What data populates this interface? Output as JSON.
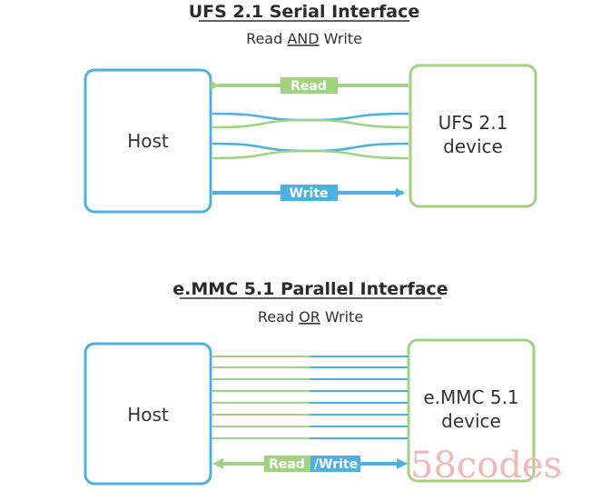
{
  "ufs": {
    "title": "UFS 2.1 Serial Interface",
    "subtitle_pre": "Read ",
    "subtitle_key": "AND",
    "subtitle_post": " Write",
    "host_label": "Host",
    "device_line1": "UFS 2.1",
    "device_line2": "device",
    "read_tag": "Read",
    "write_tag": "Write"
  },
  "emmc": {
    "title": "e.MMC 5.1 Parallel  Interface",
    "subtitle_pre": "Read ",
    "subtitle_key": "OR",
    "subtitle_post": " Write",
    "host_label": "Host",
    "device_line1": "e.MMC 5.1",
    "device_line2": "device",
    "read_tag": "Read",
    "write_tag": "/Write"
  },
  "watermark": "58codes",
  "colors": {
    "blue": "#4bb0e4",
    "green": "#9fd37f",
    "text": "#333333"
  }
}
